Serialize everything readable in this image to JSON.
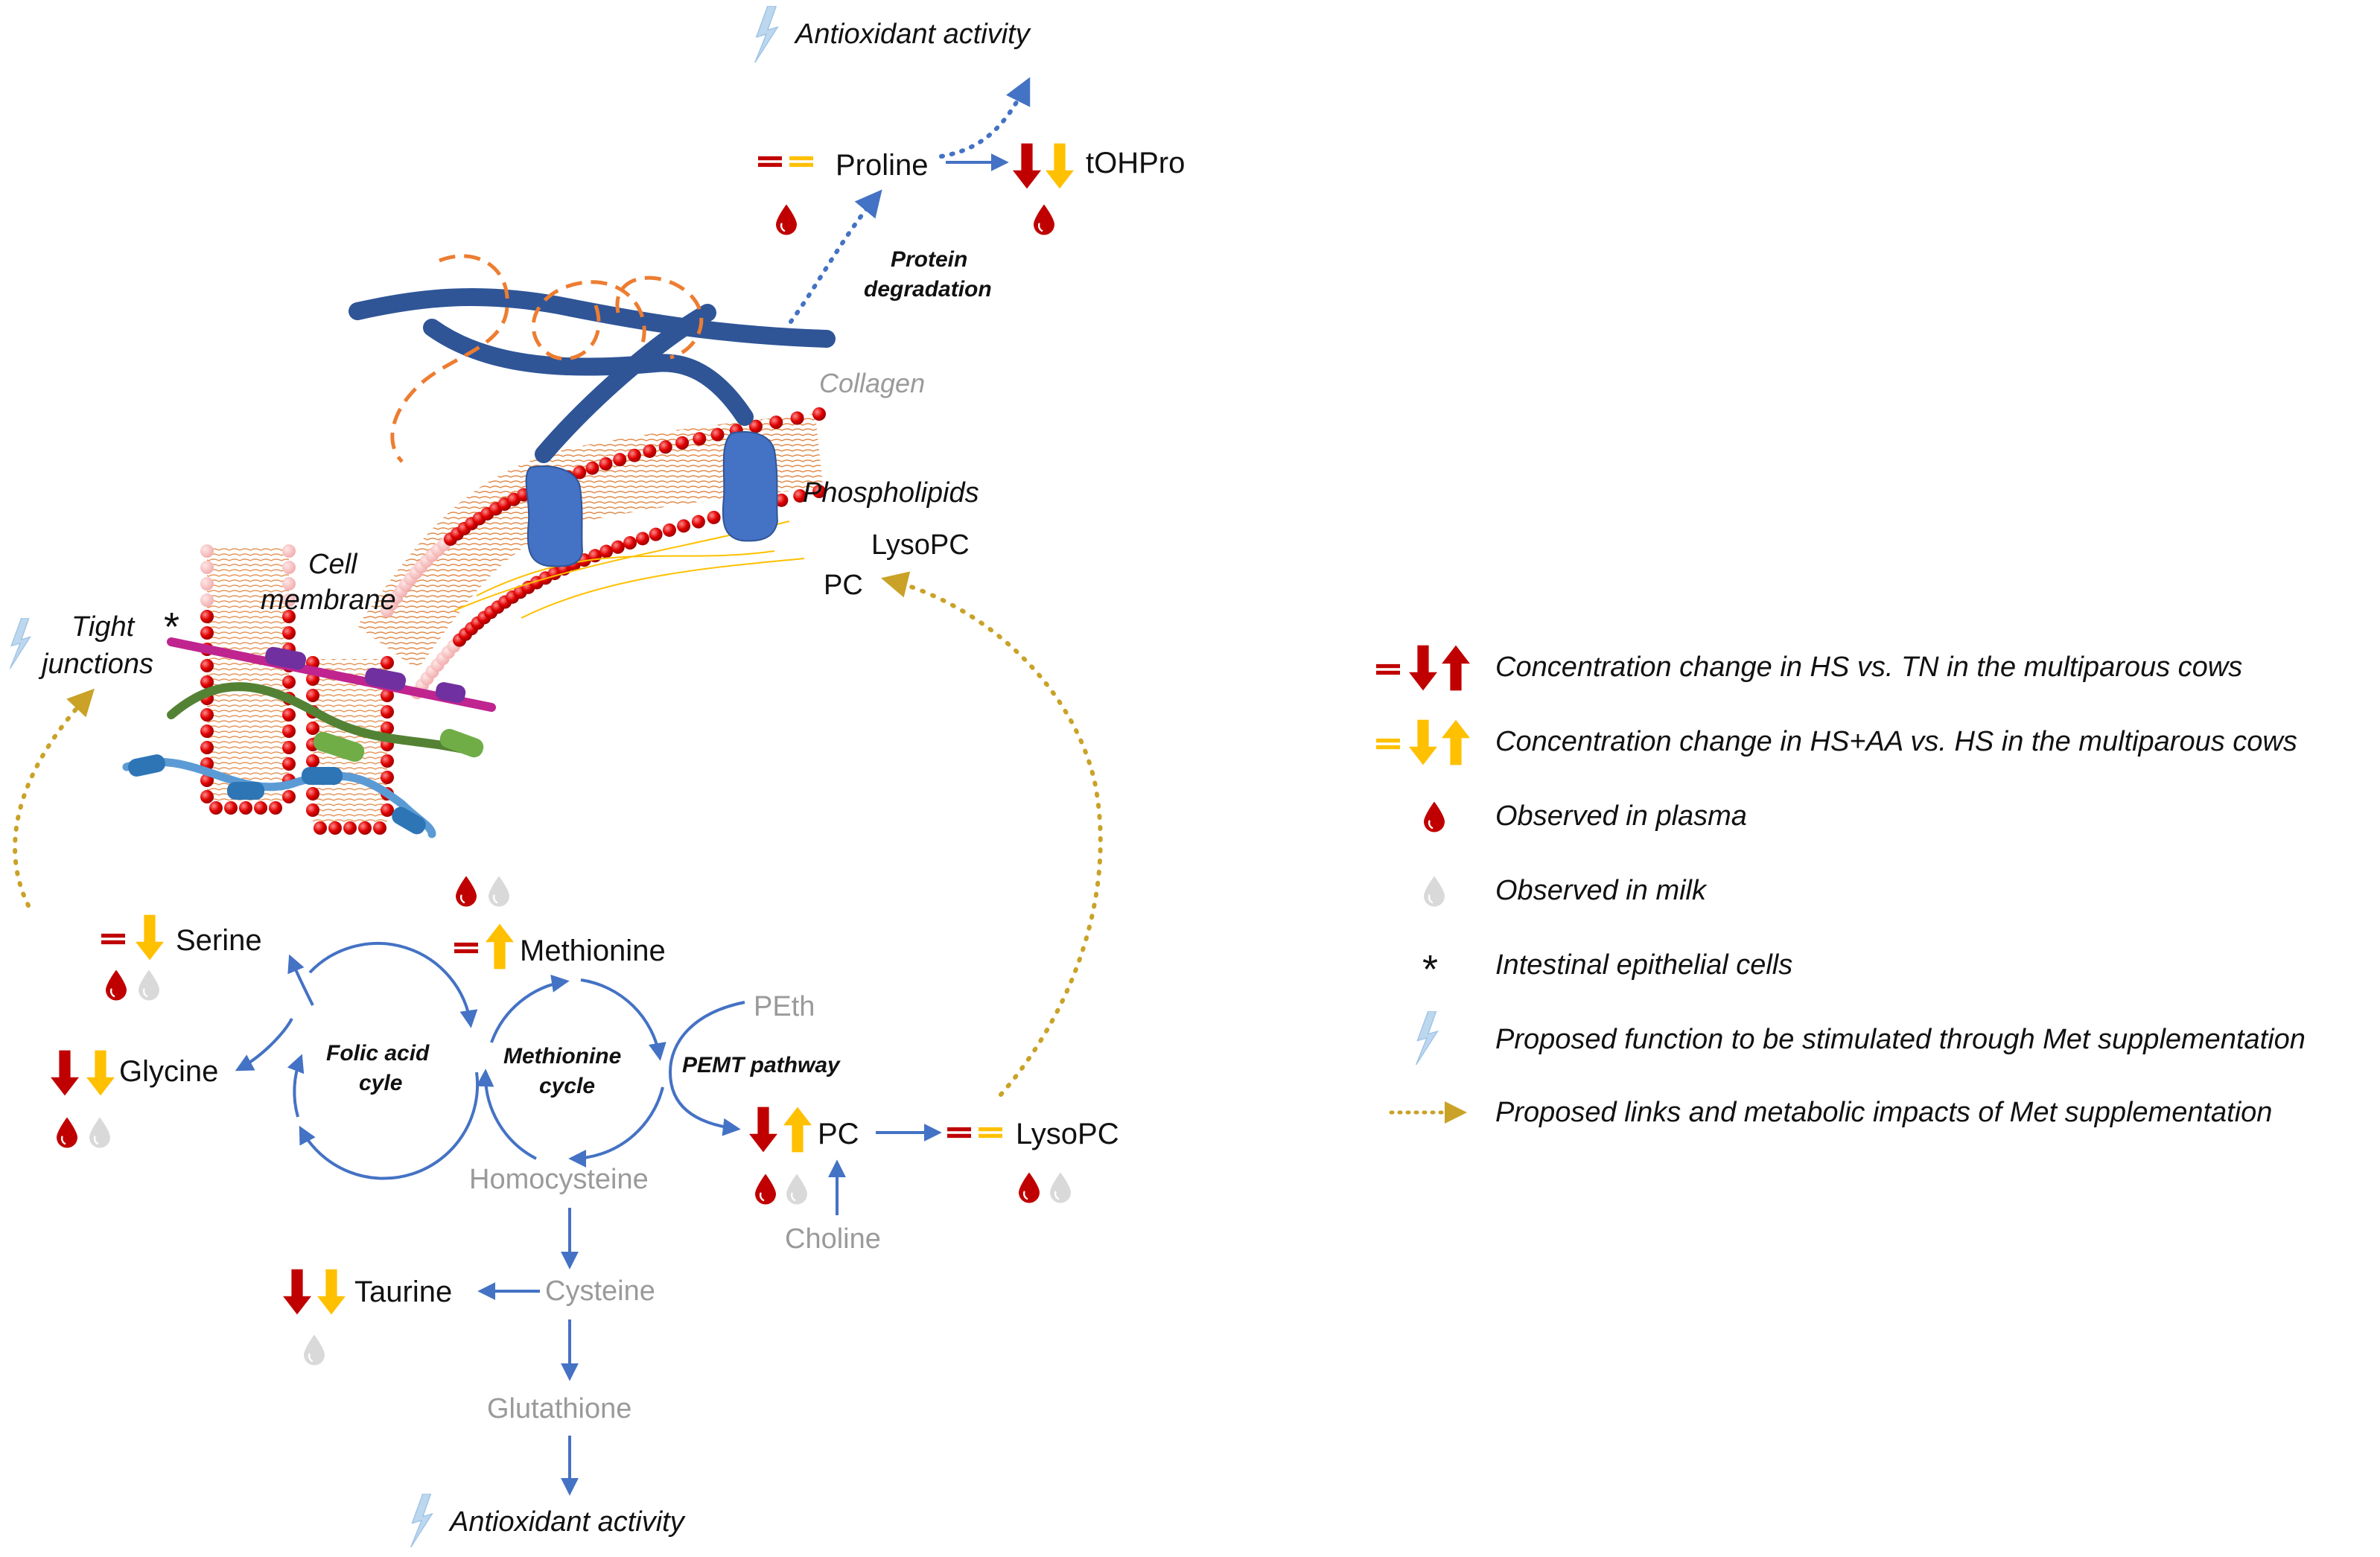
{
  "metabolites": {
    "proline": "Proline",
    "tohpro": "tOHPro",
    "collagen": "Collagen",
    "phospholipids": "Phospholipids",
    "lysopc_top": "LysoPC",
    "pc_top": "PC",
    "cell_membrane_1": "Cell",
    "cell_membrane_2": "membrane",
    "tight_1": "Tight",
    "tight_2": "junctions",
    "asterisk": "*",
    "serine": "Serine",
    "glycine": "Glycine",
    "methionine": "Methionine",
    "peth": "PEth",
    "pc": "PC",
    "lysopc": "LysoPC",
    "choline": "Choline",
    "homocysteine": "Homocysteine",
    "cysteine": "Cysteine",
    "taurine": "Taurine",
    "glutathione": "Glutathione",
    "antioxidant_top": "Antioxidant activity",
    "antioxidant_bottom": "Antioxidant activity",
    "protein_deg_1": "Protein",
    "protein_deg_2": "degradation"
  },
  "cycles": {
    "folic_1": "Folic acid",
    "folic_2": "cyle",
    "met_1": "Methionine",
    "met_2": "cycle",
    "pemt": "PEMT pathway"
  },
  "legend": {
    "hs_tn": "Concentration change in HS vs. TN in the multiparous cows",
    "hsaa_hs": "Concentration change in HS+AA vs. HS in the multiparous cows",
    "plasma": "Observed in plasma",
    "milk": "Observed in milk",
    "intestinal_symbol": "*",
    "intestinal": "Intestinal epithelial cells",
    "proposed_function": "Proposed function to be stimulated through Met supplementation",
    "proposed_links": "Proposed links and metabolic impacts of Met supplementation"
  },
  "colors": {
    "hs_tn_red": "#c00000",
    "hsaa_yellow": "#ffc000",
    "arrow_blue": "#4472c4",
    "dotted_gold": "#c9a227",
    "collagen_dark": "#2f5597",
    "collagen_orange": "#ed7d31",
    "milk_gray": "#d9d9d9",
    "lightning": "#bdd7ee"
  },
  "icons": [
    "equal-sign-icon",
    "down-arrow-icon",
    "up-arrow-icon",
    "plasma-drop-icon",
    "milk-drop-icon",
    "lightning-icon",
    "asterisk-icon"
  ]
}
